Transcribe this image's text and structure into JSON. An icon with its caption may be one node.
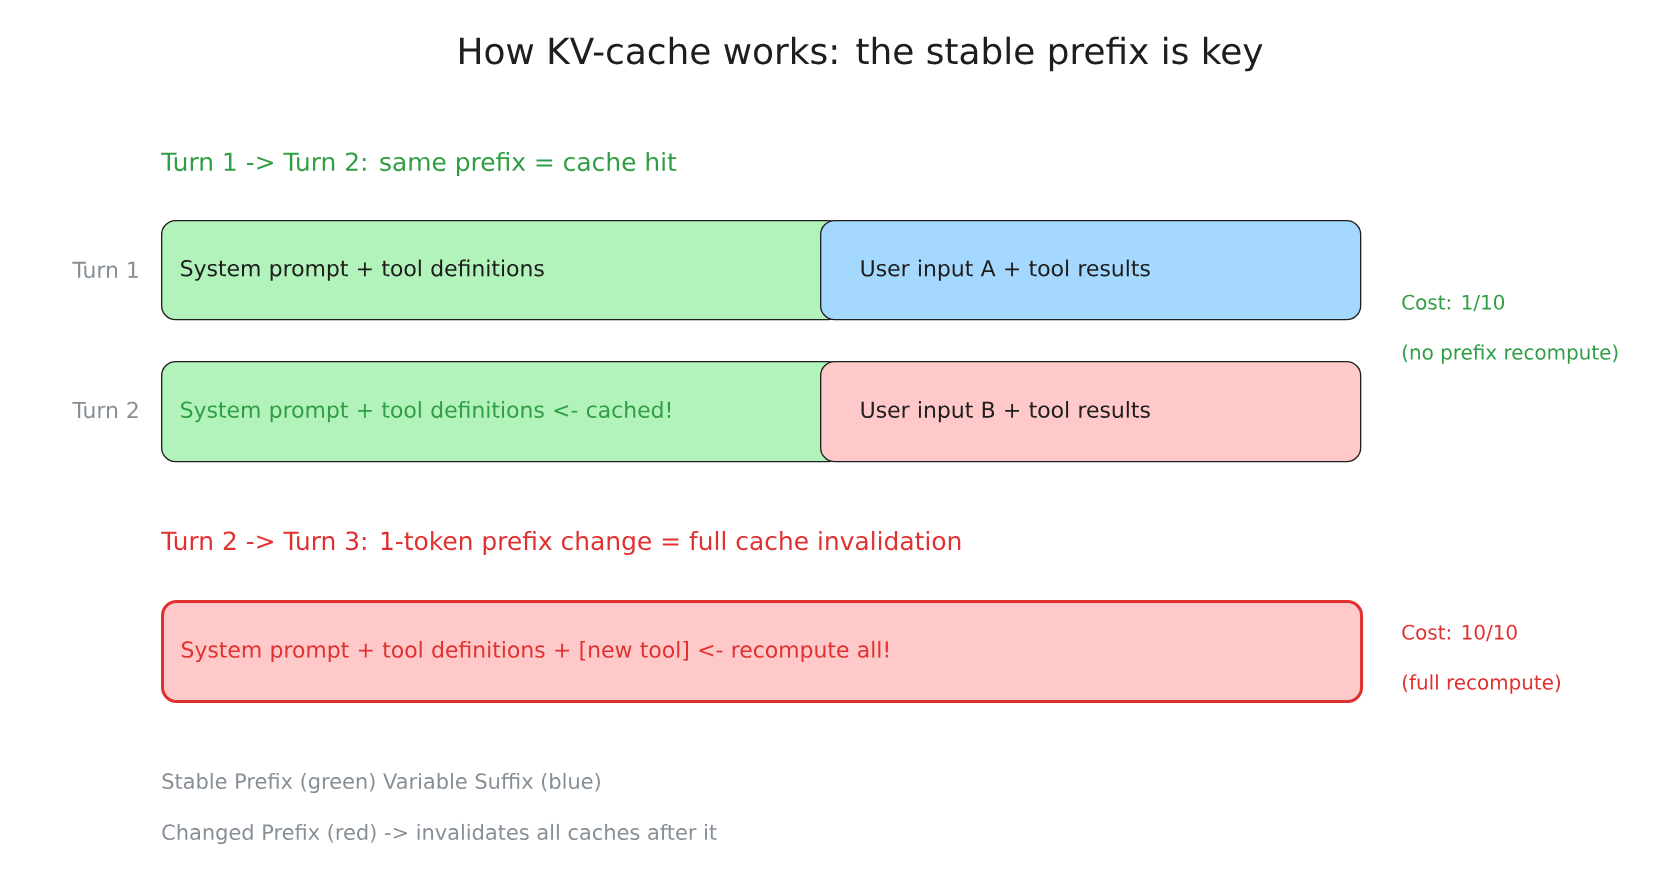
{
  "diagram": {
    "title": "How KV-cache works: the stable prefix is key",
    "nodes": [
      {
        "text": [
          "System prompt + tool definitions"
        ]
      },
      {
        "text": [
          "User input A + tool results"
        ]
      },
      {
        "text": [
          "System prompt + tool definitions <- cached!"
        ]
      },
      {
        "text": [
          "User input B + tool results"
        ]
      },
      {
        "text": [
          "System prompt + tool definitions + [new tool] <- recompute all!"
        ]
      }
    ],
    "edges": [],
    "labels": [
      "Turn 1 -> Turn 2: same prefix = cache hit",
      "Turn 1",
      "Cost: 1/10",
      "(no prefix recompute)",
      "Turn 2",
      "Turn 2 -> Turn 3: 1-token prefix change = full cache invalidation",
      "Cost: 10/10",
      "(full recompute)",
      "Stable Prefix (green) Variable Suffix (blue)",
      "Changed Prefix (red) -> invalidates all caches after it"
    ]
  }
}
